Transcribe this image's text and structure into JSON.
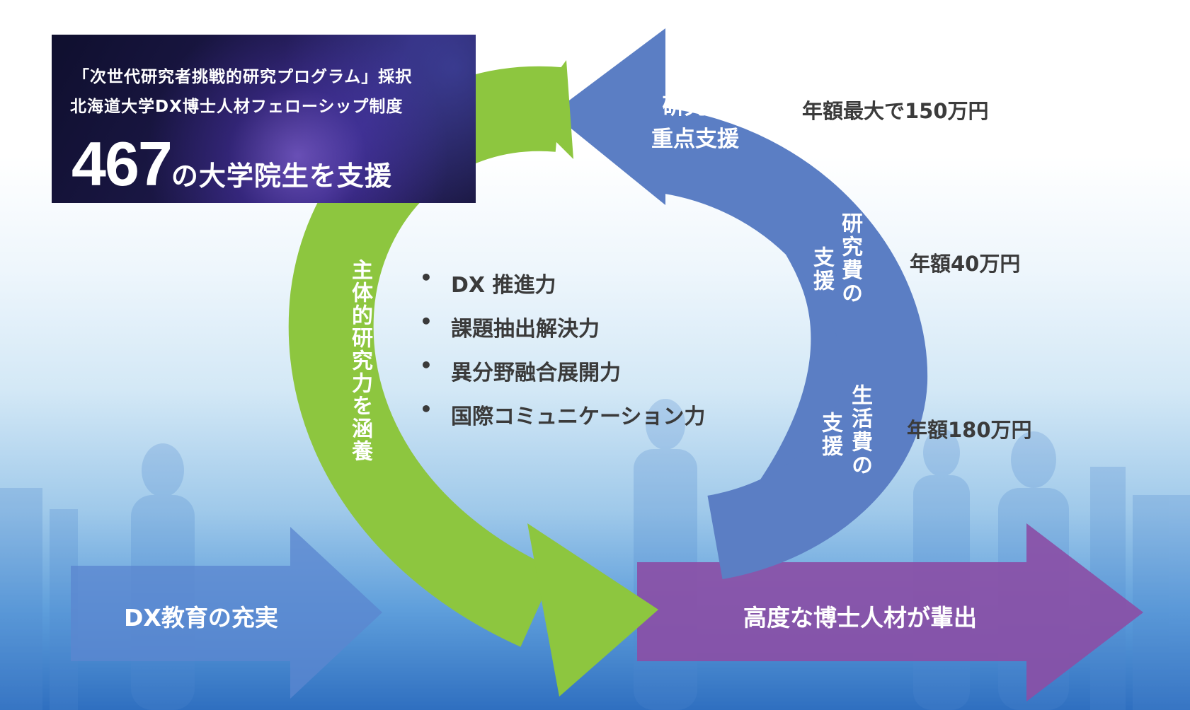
{
  "banner": {
    "line1": "「次世代研究者挑戦的研究プログラム」採択",
    "line2": "北海道大学DX博士人材フェローシップ制度",
    "number": "467",
    "suffix": "の大学院生を支援"
  },
  "cycle": {
    "top_arrow_label_1": "研究費",
    "top_arrow_label_2": "重点支援",
    "research_support_col1": "研究費の",
    "research_support_col2": "支援",
    "living_support_col1": "生活費の",
    "living_support_col2": "支援",
    "green_arc_label": "主体的研究力を涵養"
  },
  "amounts": {
    "top": "年額最大で150万円",
    "research": "年額40万円",
    "living": "年額180万円"
  },
  "skills": [
    "DX 推進力",
    "課題抽出解決力",
    "異分野融合展開力",
    "国際コミュニケーション力"
  ],
  "bottom": {
    "left_arrow": "DX教育の充実",
    "right_arrow": "高度な博士人材が輩出"
  },
  "colors": {
    "green_arc": "#8dc63f",
    "blue_arc": "#5b7ec4",
    "left_arrow": "#5b86cf",
    "right_arrow": "#8a4fa6"
  }
}
